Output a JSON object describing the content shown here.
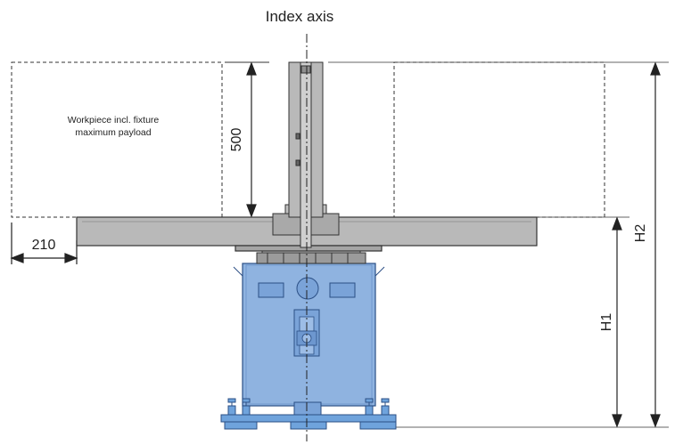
{
  "labels": {
    "index_axis": "Index axis",
    "workpiece_line1": "Workpiece incl. fixture",
    "workpiece_line2": "maximum payload",
    "dim_500": "500",
    "dim_210": "210",
    "dim_h1": "H1",
    "dim_h2": "H2"
  },
  "colors": {
    "frame_blue": "#8fb3e0",
    "frame_blue_dark": "#4d7fc4",
    "base_blue": "#6fa3dc",
    "steel_gray": "#b9b9b9",
    "steel_gray_light": "#d6d6d6",
    "line": "#222222"
  }
}
